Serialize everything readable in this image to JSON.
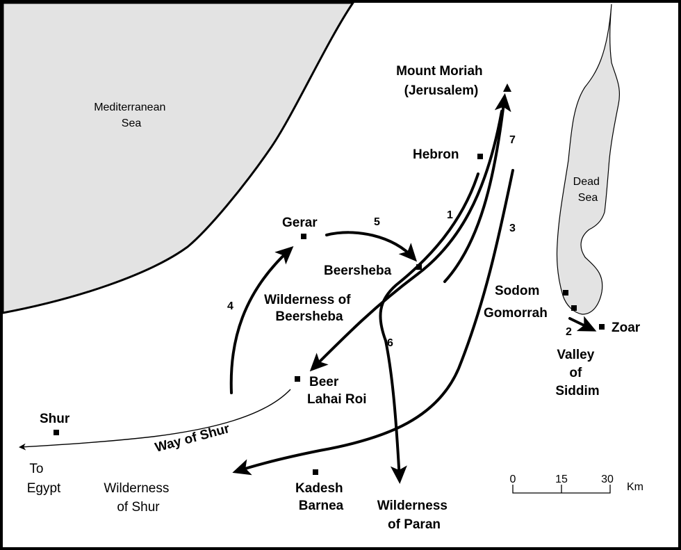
{
  "seas": {
    "mediterranean": [
      "Mediterranean",
      "Sea"
    ],
    "dead": [
      "Dead",
      "Sea"
    ]
  },
  "places": {
    "mount_moriah": [
      "Mount Moriah",
      "(Jerusalem)"
    ],
    "hebron": "Hebron",
    "gerar": "Gerar",
    "beersheba": "Beersheba",
    "sodom": "Sodom",
    "gomorrah": "Gomorrah",
    "zoar": "Zoar",
    "beer_lahai_roi": [
      "Beer",
      "Lahai Roi"
    ],
    "shur": "Shur",
    "kadesh_barnea": [
      "Kadesh",
      "Barnea"
    ]
  },
  "regions": {
    "wilderness_beersheba": [
      "Wilderness of",
      "Beersheba"
    ],
    "valley_siddim": [
      "Valley",
      "of",
      "Siddim"
    ],
    "wilderness_paran": [
      "Wilderness",
      "of Paran"
    ],
    "wilderness_shur": [
      "Wilderness",
      "of Shur"
    ],
    "way_of_shur": "Way of Shur",
    "to_egypt": [
      "To",
      "Egypt"
    ]
  },
  "route_numbers": [
    "1",
    "2",
    "3",
    "4",
    "5",
    "6",
    "7"
  ],
  "scale": {
    "ticks": [
      "0",
      "15",
      "30"
    ],
    "unit": "Km"
  },
  "colors": {
    "sea": "#e3e3e3",
    "ink": "#000000",
    "background": "#ffffff"
  }
}
